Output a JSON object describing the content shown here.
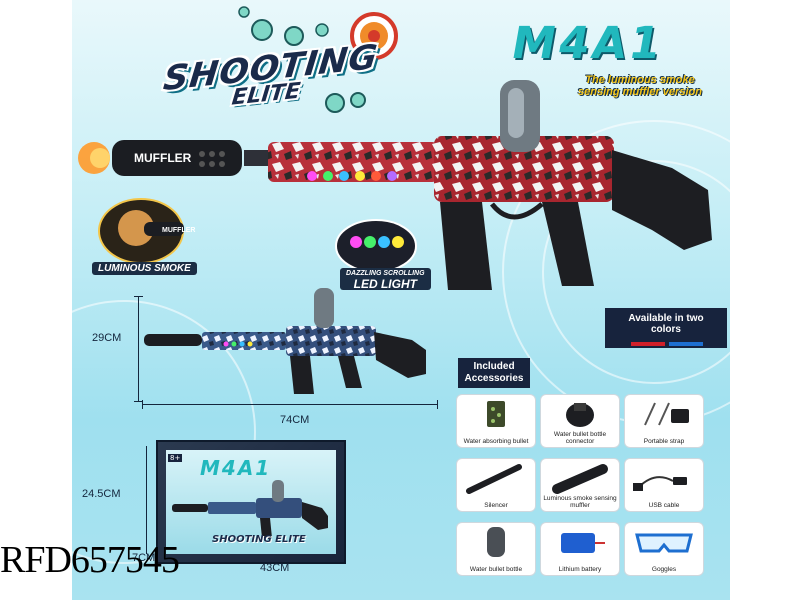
{
  "logo": {
    "line1": "SHOOTING",
    "line2": "ELITE"
  },
  "model": {
    "title": "M4A1",
    "subtitle_line1": "The luminous smoke",
    "subtitle_line2": "sensing muffler version"
  },
  "muffler_text": "MUFFLER",
  "muffler_small_text": "MUFFLER",
  "callouts": {
    "luminous_smoke": "LUMINOUS SMOKE",
    "led_line1": "DAZZLING SCROLLING",
    "led_line2": "LED LIGHT"
  },
  "colors_box": {
    "text_line1": "Available in two",
    "text_line2": "colors",
    "color_a": "#d0202a",
    "color_b": "#1e6fd0"
  },
  "dimensions": {
    "height": "29CM",
    "length": "74CM",
    "box_height": "24.5CM",
    "box_depth": "7CM",
    "box_length": "43CM"
  },
  "accessories": {
    "title_line1": "Included",
    "title_line2": "Accessories",
    "items": [
      {
        "label": "Water absorbing bullet",
        "icon": "gel-bullets-icon"
      },
      {
        "label": "Water bullet bottle connector",
        "icon": "bottle-connector-icon"
      },
      {
        "label": "Portable strap",
        "icon": "strap-icon"
      },
      {
        "label": "Silencer",
        "icon": "silencer-icon"
      },
      {
        "label": "Luminous smoke sensing muffler",
        "icon": "muffler-icon"
      },
      {
        "label": "USB cable",
        "icon": "usb-cable-icon"
      },
      {
        "label": "Water bullet bottle",
        "icon": "bottle-icon"
      },
      {
        "label": "Lithium battery",
        "icon": "battery-icon"
      },
      {
        "label": "Goggles",
        "icon": "goggles-icon"
      }
    ]
  },
  "box": {
    "title": "M4A1",
    "logo": "SHOOTING ELITE",
    "age": "8+"
  },
  "watermark": "RFD657545"
}
